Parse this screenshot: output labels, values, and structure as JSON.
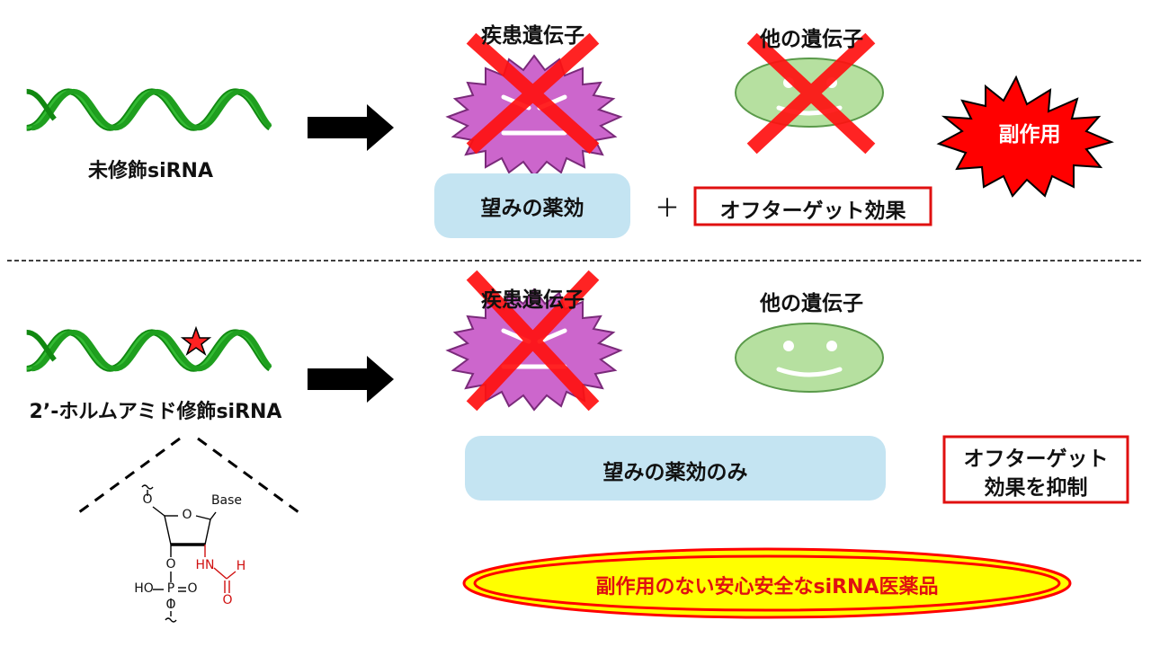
{
  "colors": {
    "helix": "#22aa22",
    "disease": "#cc66cc",
    "disease_outline": "#7a2a7a",
    "face": "#b6e0a0",
    "cross": "#ff0000",
    "box_blue": "#c4e4f2",
    "ellipse_yellow": "#ffff00"
  },
  "top": {
    "sirna_label": "未修飾siRNA",
    "disease_gene_label": "疾患遺伝子",
    "other_gene_label": "他の遺伝子",
    "desired_effect": "望みの薬効",
    "plus_sign": "＋",
    "off_target_label": "オフターゲット効果",
    "side_effect_label": "副作用"
  },
  "bottom": {
    "sirna_label": "2’-ホルムアミド修飾siRNA",
    "disease_gene_label": "疾患遺伝子",
    "other_gene_label": "他の遺伝子",
    "desired_effect_only": "望みの薬効のみ",
    "suppress_line1": "オフターゲット",
    "suppress_line2": "効果を抑制",
    "conclusion": "副作用のない安心安全なsiRNA医薬品"
  },
  "structure": {
    "base": "Base",
    "ring_o": "O",
    "o5": "O",
    "o3": "O",
    "p": "P",
    "ho": "HO",
    "eq_o": "O",
    "o_bottom": "O",
    "hn": "HN",
    "h": "H",
    "carbonyl_o": "O"
  }
}
